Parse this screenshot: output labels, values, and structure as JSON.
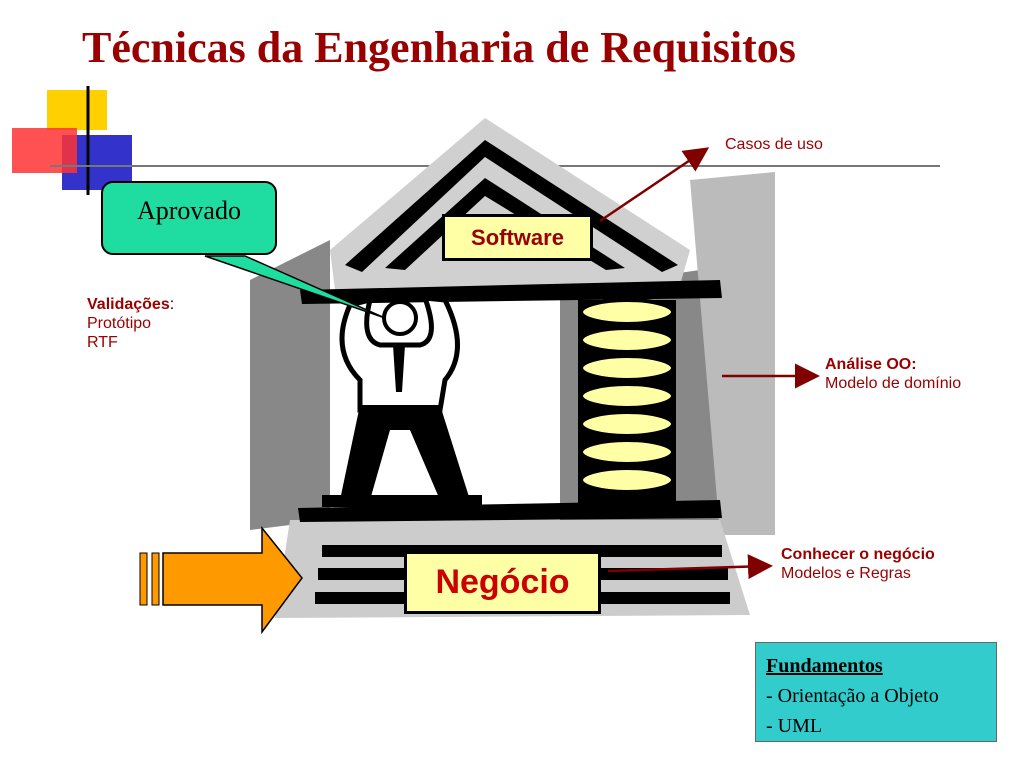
{
  "title": "Técnicas da Engenharia de Requisitos",
  "aprovado": "Aprovado",
  "software": "Software",
  "negocio": "Negócio",
  "casos_de_uso": "Casos de uso",
  "validacoes": {
    "head": "Validações",
    "colon": ":",
    "lines": [
      "Protótipo",
      "RTF"
    ]
  },
  "analise": {
    "head": "Análise OO:",
    "line": "Modelo de domínio"
  },
  "conhecer": {
    "head": "Conhecer o negócio",
    "line": "Modelos e Regras"
  },
  "fundamentos": {
    "head": "Fundamentos",
    "lines": [
      "- Orientação a Objeto",
      "- UML"
    ]
  },
  "colors": {
    "title": "#990000",
    "arrow": "#800000",
    "callout_fill": "#1fdca0",
    "label_fill": "#ffffa6",
    "fund_fill": "#33cccc",
    "big_arrow": "#ff9900"
  }
}
